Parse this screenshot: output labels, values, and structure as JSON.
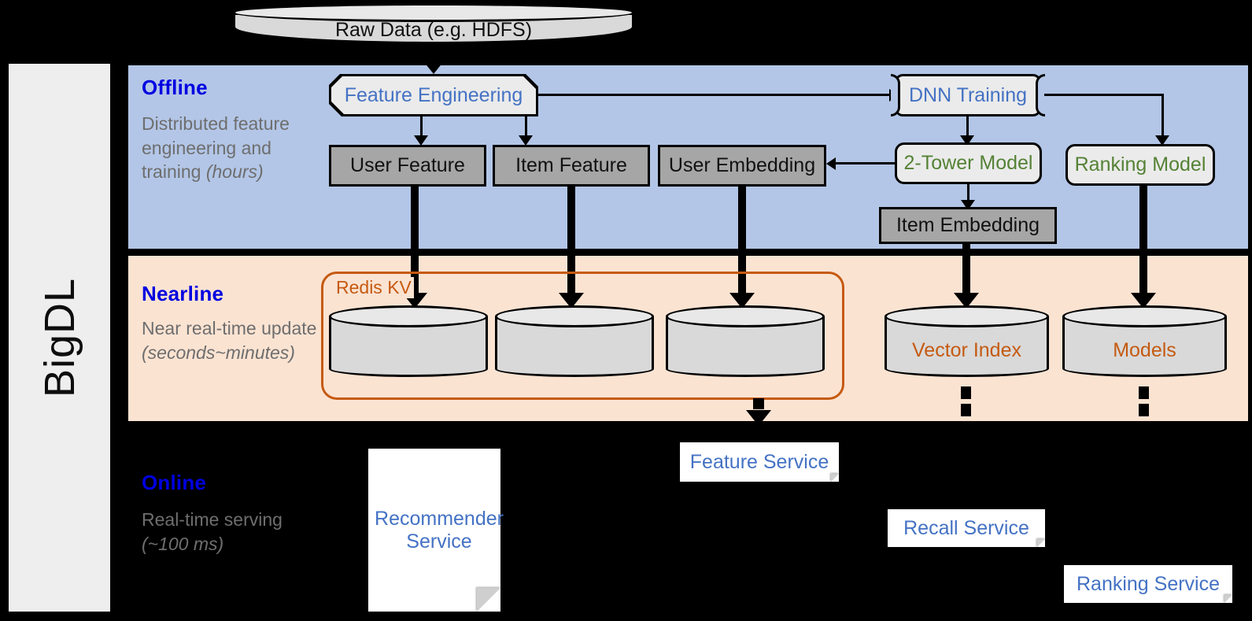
{
  "sidebar": {
    "label": "BigDL"
  },
  "source": {
    "raw_data": "Raw Data (e.g. HDFS)"
  },
  "bands": {
    "offline": {
      "title": "Offline",
      "sub_line1": "Distributed feature engineering and training ",
      "sub_em": "(hours)"
    },
    "nearline": {
      "title": "Nearline",
      "sub_line1": "Near real-time update ",
      "sub_em": "(seconds~minutes)"
    },
    "online": {
      "title": "Online",
      "sub_line1": "Real-time serving ",
      "sub_em": "(~100 ms)"
    }
  },
  "offline_nodes": {
    "feature_engineering": "Feature Engineering",
    "dnn_training": "DNN Training",
    "user_feature": "User Feature",
    "item_feature": "Item Feature",
    "user_embedding": "User Embedding",
    "two_tower_model": "2-Tower Model",
    "ranking_model": "Ranking Model",
    "item_embedding": "Item Embedding"
  },
  "nearline_nodes": {
    "redis_kv": "Redis KV",
    "store_user_feature": "",
    "store_item_feature": "",
    "store_user_embedding": "",
    "vector_index": "Vector Index",
    "models": "Models"
  },
  "online_nodes": {
    "recommender_service": "Recommender\nService",
    "feature_service": "Feature Service",
    "recall_service": "Recall Service",
    "ranking_service": "Ranking Service"
  },
  "colors": {
    "offline_band": "#b3c6e7",
    "nearline_band": "#fbe3d2",
    "online_band": "#000000",
    "band_title": "#0000e0",
    "band_sub": "#6e6e6e",
    "process_text": "#4472c4",
    "model_text": "#548235",
    "redis_accent": "#c55a11",
    "store_fill": "#d9d9d9",
    "data_box_fill": "#a6a6a6",
    "sidebar_fill": "#eeeeee"
  }
}
